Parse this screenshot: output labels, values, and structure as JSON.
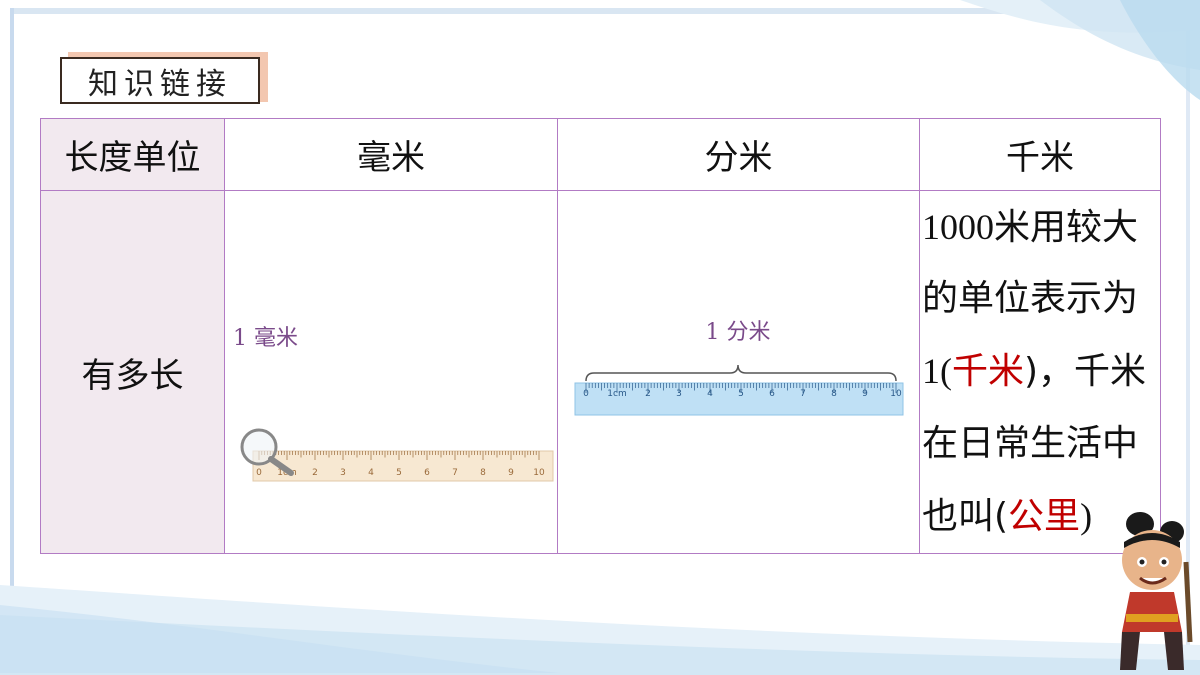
{
  "title_tag": "知识链接",
  "table": {
    "header": {
      "row_label": "长度单位",
      "col_mm": "毫米",
      "col_dm": "分米",
      "col_km": "千米"
    },
    "row": {
      "label": "有多长",
      "mm_label": "1 毫米",
      "dm_label": "1 分米",
      "mm_ruler_ticks": [
        "0",
        "1cm",
        "2",
        "3",
        "4",
        "5",
        "6",
        "7",
        "8",
        "9",
        "10"
      ],
      "dm_ruler_ticks": [
        "0",
        "1cm",
        "2",
        "3",
        "4",
        "5",
        "6",
        "7",
        "8",
        "9",
        "10"
      ],
      "km_lines": {
        "line1": "1000米用较大",
        "line2": "的单位表示为",
        "line3_prefix": "1(",
        "line3_answer": "千米",
        "line3_suffix": ")，千米",
        "line4": "在日常生活中",
        "line5_prefix": "也叫(",
        "line5_answer": "公里",
        "line5_suffix": ")"
      }
    }
  },
  "colors": {
    "table_border": "#b27bc4",
    "header_fill": "#f2e9ef",
    "answer_red": "#c00000",
    "label_purple": "#7a4a8a",
    "mm_ruler": "#f7e8d2",
    "dm_ruler": "#bfe0f5"
  }
}
